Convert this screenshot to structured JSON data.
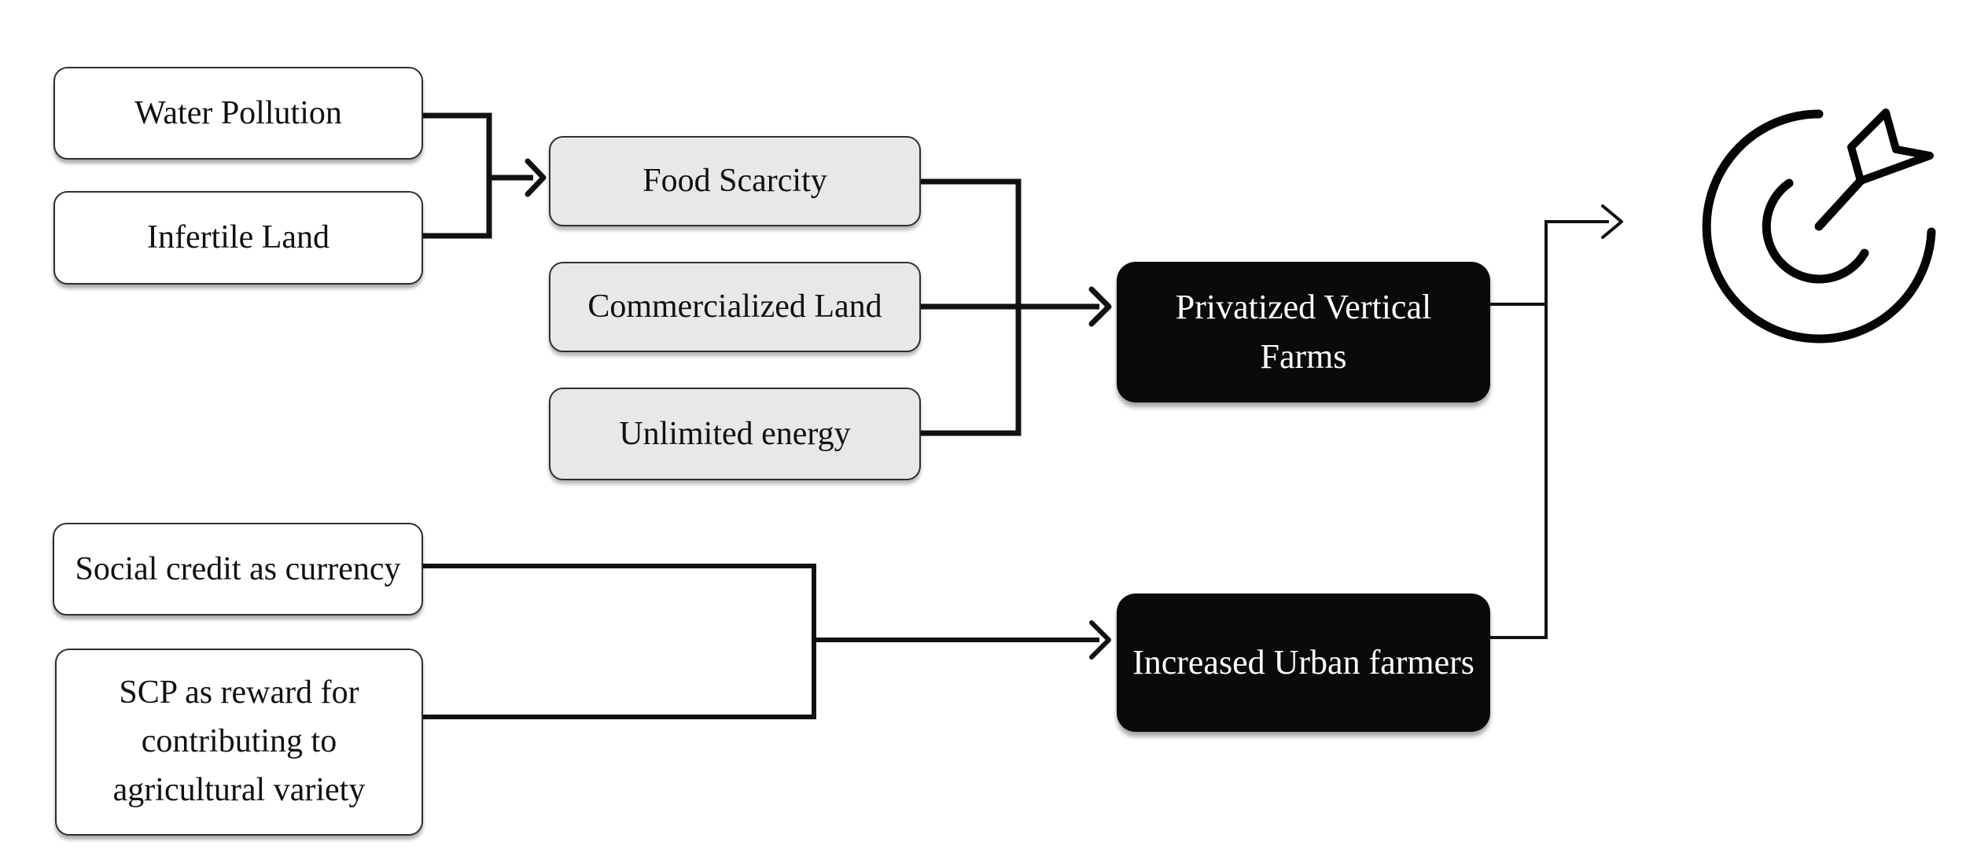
{
  "diagram": {
    "title": "",
    "type": "flowchart",
    "colors": {
      "background": "#ffffff",
      "outline_node_fill": "#ffffff",
      "gray_node_fill": "#e8e8e8",
      "black_node_fill": "#0a0a0a",
      "black_node_text": "#ffffff",
      "line": "#111111",
      "border": "#2e2e2e"
    },
    "nodes": {
      "water_pollution": {
        "label": "Water Pollution",
        "style": "outline-white"
      },
      "infertile_land": {
        "label": "Infertile Land",
        "style": "outline-white"
      },
      "food_scarcity": {
        "label": "Food Scarcity",
        "style": "filled-gray"
      },
      "commercialized_land": {
        "label": "Commercialized Land",
        "style": "filled-gray"
      },
      "unlimited_energy": {
        "label": "Unlimited energy",
        "style": "filled-gray"
      },
      "privatized_vertical_farms": {
        "label": "Privatized Vertical Farms",
        "style": "filled-black"
      },
      "social_credit": {
        "label": "Social credit as currency",
        "style": "outline-white"
      },
      "scp_reward": {
        "label": "SCP as reward for contributing to agricultural variety",
        "style": "outline-white"
      },
      "increased_urban_farmers": {
        "label": "Increased Urban farmers",
        "style": "filled-black"
      }
    },
    "edges": [
      {
        "from": [
          "water_pollution",
          "infertile_land"
        ],
        "to": "food_scarcity",
        "arrow": true
      },
      {
        "from": [
          "food_scarcity",
          "commercialized_land",
          "unlimited_energy"
        ],
        "to": "privatized_vertical_farms",
        "arrow": true
      },
      {
        "from": [
          "social_credit",
          "scp_reward"
        ],
        "to": "increased_urban_farmers",
        "arrow": true
      },
      {
        "from": [
          "privatized_vertical_farms",
          "increased_urban_farmers"
        ],
        "to": "goal_target_icon",
        "arrow": true
      }
    ],
    "icons": {
      "goal": "target-dart-icon"
    }
  }
}
